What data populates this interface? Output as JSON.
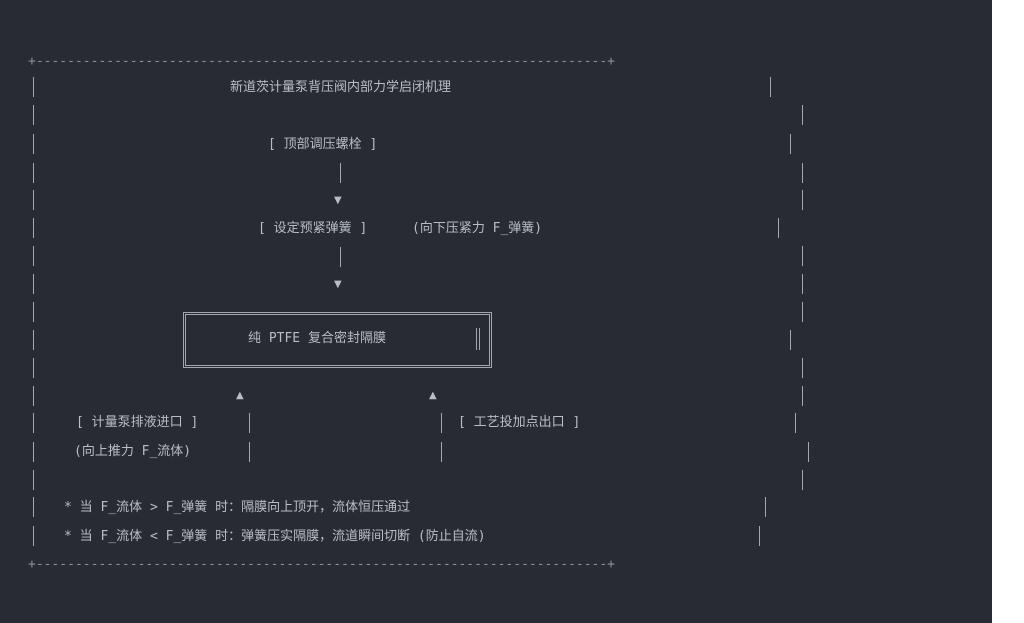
{
  "diagram": {
    "title": "新道茨计量泵背压阀内部力学启闭机理",
    "top_bolt": "[ 顶部调压螺栓 ]",
    "spring": "[ 设定预紧弹簧 ]",
    "spring_force": "(向下压紧力 F_弹簧)",
    "membrane": "纯 PTFE 复合密封隔膜",
    "inlet": "[ 计量泵排液进口 ]",
    "inlet_force": "(向上推力 F_流体)",
    "outlet": "[ 工艺投加点出口 ]",
    "notes": [
      "* 当 F_流体 > F_弹簧 时：隔膜向上顶开，流体恒压通过",
      "* 当 F_流体 < F_弹簧 时：弹簧压实隔膜，流道瞬间切断 (防止自流)"
    ],
    "border_line": "+-------------------------------------------------------------------------+",
    "colors": {
      "background": "#282b31",
      "text": "#b8bec7",
      "frame": "#8a9099"
    }
  }
}
